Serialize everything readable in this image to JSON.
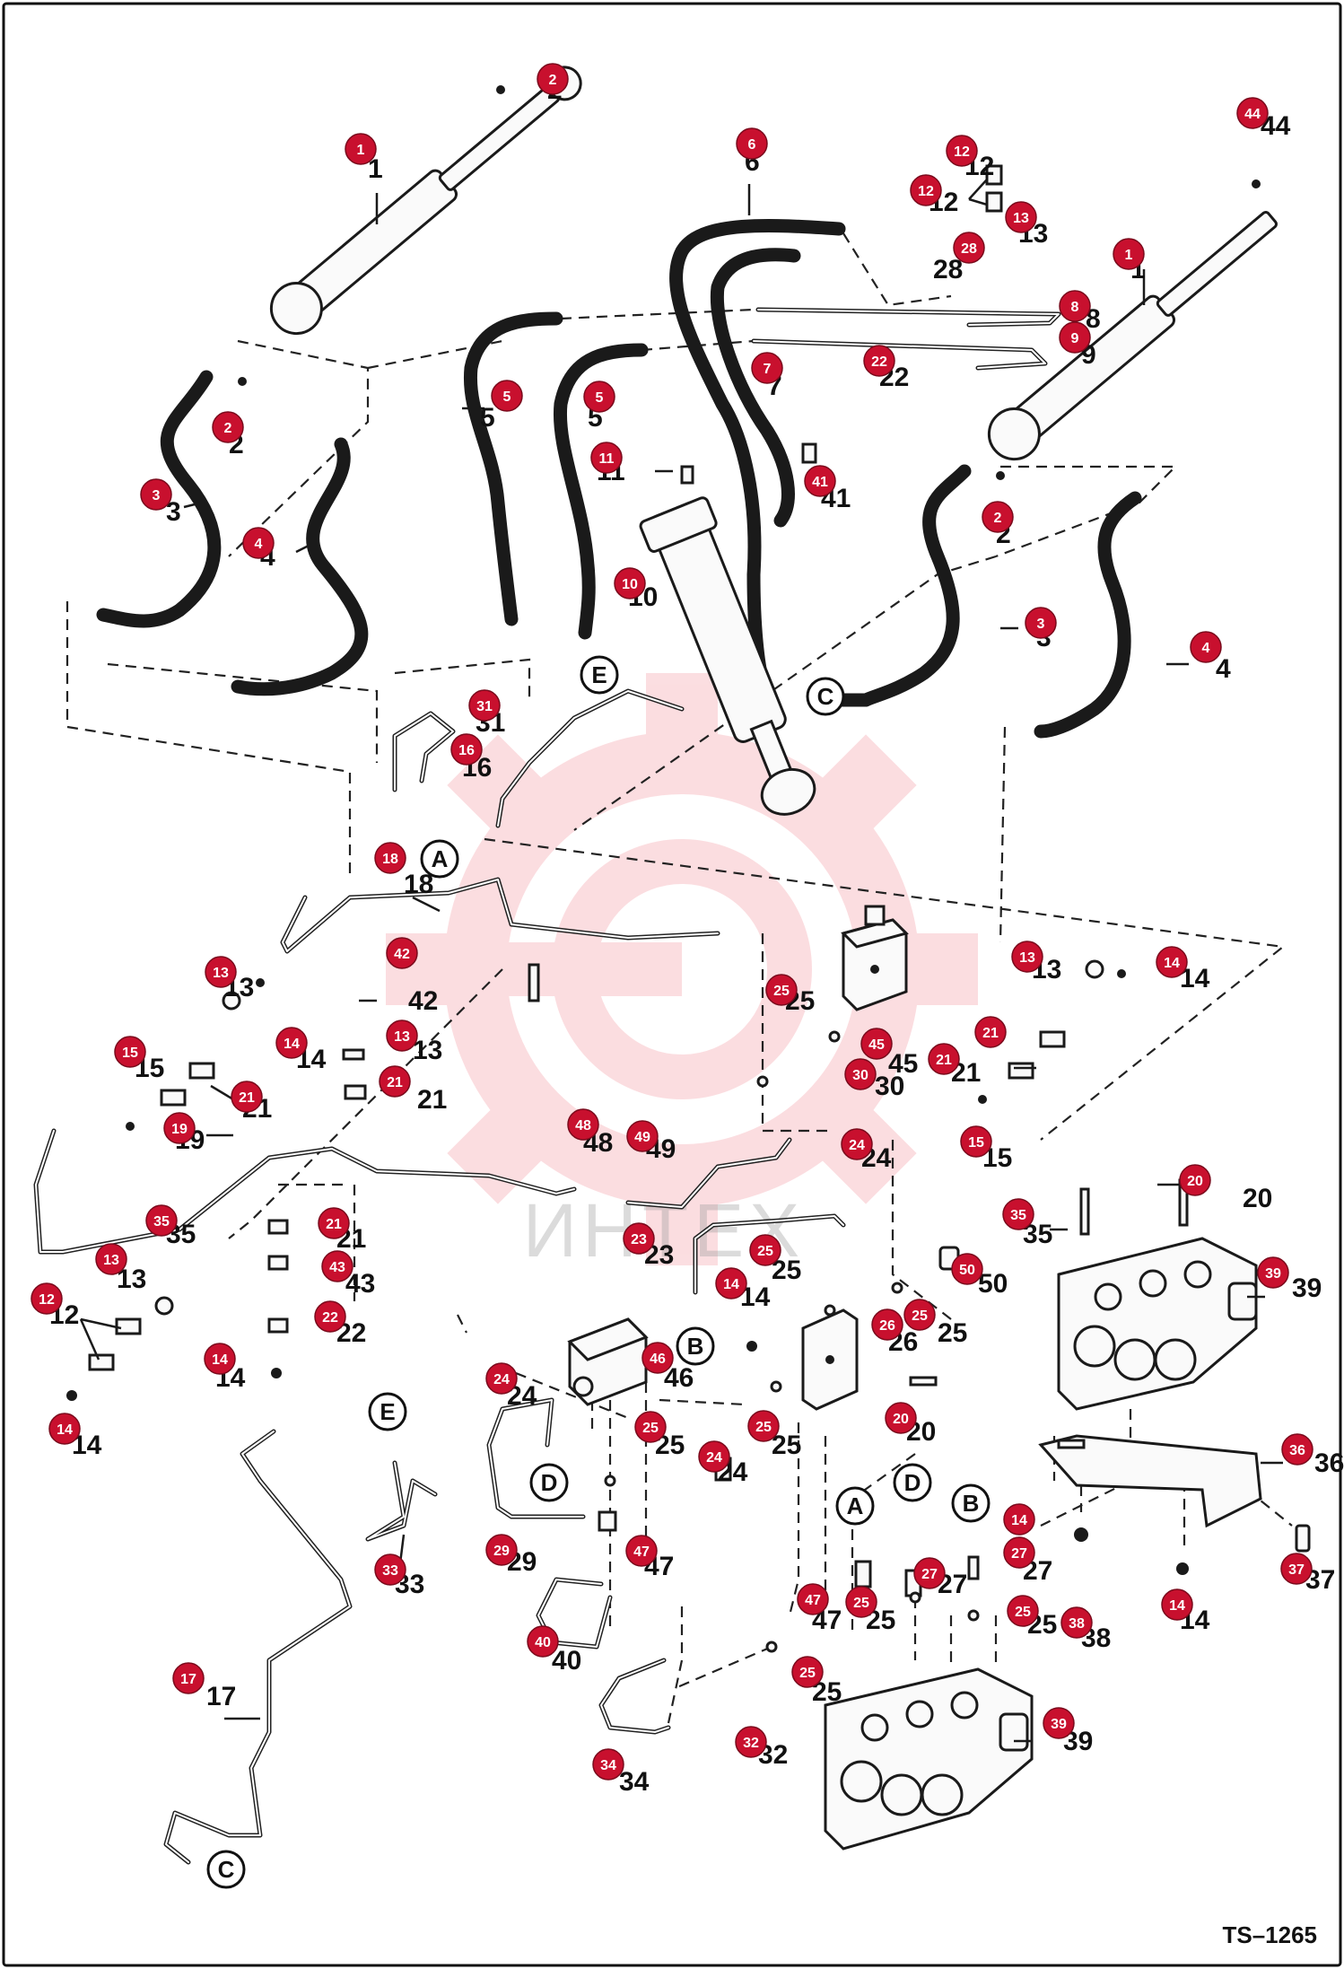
{
  "diagram_code": "TS–1265",
  "watermark_text": "ИНТЕХ",
  "accent_color": "#c8102e",
  "reference_letters": [
    "A",
    "B",
    "C",
    "D",
    "E"
  ],
  "callouts": [
    {
      "id": "c1a",
      "n": "1"
    },
    {
      "id": "c2a",
      "n": "2"
    },
    {
      "id": "c2b",
      "n": "2"
    },
    {
      "id": "c3a",
      "n": "3"
    },
    {
      "id": "c4a",
      "n": "4"
    },
    {
      "id": "c5a",
      "n": "5"
    },
    {
      "id": "c5b",
      "n": "5"
    },
    {
      "id": "c6",
      "n": "6"
    },
    {
      "id": "c7",
      "n": "7"
    },
    {
      "id": "c8",
      "n": "8"
    },
    {
      "id": "c9",
      "n": "9"
    },
    {
      "id": "c10",
      "n": "10"
    },
    {
      "id": "c11",
      "n": "11"
    },
    {
      "id": "c12a",
      "n": "12"
    },
    {
      "id": "c12b",
      "n": "12"
    },
    {
      "id": "c13a",
      "n": "13"
    },
    {
      "id": "c28",
      "n": "28"
    },
    {
      "id": "c44",
      "n": "44"
    },
    {
      "id": "c1b",
      "n": "1"
    },
    {
      "id": "c22a",
      "n": "22"
    },
    {
      "id": "c41",
      "n": "41"
    },
    {
      "id": "c2c",
      "n": "2"
    },
    {
      "id": "c3b",
      "n": "3"
    },
    {
      "id": "c4b",
      "n": "4"
    },
    {
      "id": "c31",
      "n": "31"
    },
    {
      "id": "c16",
      "n": "16"
    },
    {
      "id": "c18",
      "n": "18"
    },
    {
      "id": "c13b",
      "n": "13"
    },
    {
      "id": "c14a",
      "n": "14"
    },
    {
      "id": "c15a",
      "n": "15"
    },
    {
      "id": "c21a",
      "n": "21"
    },
    {
      "id": "c19",
      "n": "19"
    },
    {
      "id": "c42",
      "n": "42"
    },
    {
      "id": "c13c",
      "n": "13"
    },
    {
      "id": "c21b",
      "n": "21"
    },
    {
      "id": "c25a",
      "n": "25"
    },
    {
      "id": "c45",
      "n": "45"
    },
    {
      "id": "c30",
      "n": "30"
    },
    {
      "id": "c13d",
      "n": "13"
    },
    {
      "id": "c14b",
      "n": "14"
    },
    {
      "id": "c21c",
      "n": "21"
    },
    {
      "id": "c21d",
      "n": "21"
    },
    {
      "id": "c15b",
      "n": "15"
    },
    {
      "id": "c48",
      "n": "48"
    },
    {
      "id": "c49",
      "n": "49"
    },
    {
      "id": "c24a",
      "n": "24"
    },
    {
      "id": "c20a",
      "n": "20"
    },
    {
      "id": "c35a",
      "n": "35"
    },
    {
      "id": "c21e",
      "n": "21"
    },
    {
      "id": "c43",
      "n": "43"
    },
    {
      "id": "c22b",
      "n": "22"
    },
    {
      "id": "c13e",
      "n": "13"
    },
    {
      "id": "c35b",
      "n": "35"
    },
    {
      "id": "c12c",
      "n": "12"
    },
    {
      "id": "c14c",
      "n": "14"
    },
    {
      "id": "c14d",
      "n": "14"
    },
    {
      "id": "c23",
      "n": "23"
    },
    {
      "id": "c25b",
      "n": "25"
    },
    {
      "id": "c14e",
      "n": "14"
    },
    {
      "id": "c50",
      "n": "50"
    },
    {
      "id": "c39a",
      "n": "39"
    },
    {
      "id": "c25c",
      "n": "25"
    },
    {
      "id": "c26",
      "n": "26"
    },
    {
      "id": "c25d",
      "n": "25"
    },
    {
      "id": "c46",
      "n": "46"
    },
    {
      "id": "c24b",
      "n": "24"
    },
    {
      "id": "c20b",
      "n": "20"
    },
    {
      "id": "c25e",
      "n": "25"
    },
    {
      "id": "c25f",
      "n": "25"
    },
    {
      "id": "c24c",
      "n": "24"
    },
    {
      "id": "c36",
      "n": "36"
    },
    {
      "id": "c14f",
      "n": "14"
    },
    {
      "id": "c27a",
      "n": "27"
    },
    {
      "id": "c37",
      "n": "37"
    },
    {
      "id": "c29",
      "n": "29"
    },
    {
      "id": "c47a",
      "n": "47"
    },
    {
      "id": "c33",
      "n": "33"
    },
    {
      "id": "c27b",
      "n": "27"
    },
    {
      "id": "c47b",
      "n": "47"
    },
    {
      "id": "c25g",
      "n": "25"
    },
    {
      "id": "c25h",
      "n": "25"
    },
    {
      "id": "c38",
      "n": "38"
    },
    {
      "id": "c14g",
      "n": "14"
    },
    {
      "id": "c40",
      "n": "40"
    },
    {
      "id": "c17",
      "n": "17"
    },
    {
      "id": "c25i",
      "n": "25"
    },
    {
      "id": "c39b",
      "n": "39"
    },
    {
      "id": "c32",
      "n": "32"
    },
    {
      "id": "c34",
      "n": "34"
    }
  ],
  "part_numbers": [
    {
      "id": "p1a",
      "n": "1"
    },
    {
      "id": "p2a",
      "n": "2"
    },
    {
      "id": "p2b",
      "n": "2"
    },
    {
      "id": "p3a",
      "n": "3"
    },
    {
      "id": "p4a",
      "n": "4"
    },
    {
      "id": "p5a",
      "n": "5"
    },
    {
      "id": "p5b",
      "n": "5"
    },
    {
      "id": "p6",
      "n": "6"
    },
    {
      "id": "p7",
      "n": "7"
    },
    {
      "id": "p8",
      "n": "8"
    },
    {
      "id": "p9",
      "n": "9"
    },
    {
      "id": "p10",
      "n": "10"
    },
    {
      "id": "p11",
      "n": "11"
    },
    {
      "id": "p12a",
      "n": "12"
    },
    {
      "id": "p12b",
      "n": "12"
    },
    {
      "id": "p13a",
      "n": "13"
    },
    {
      "id": "p28",
      "n": "28"
    },
    {
      "id": "p44",
      "n": "44"
    },
    {
      "id": "p1b",
      "n": "1"
    },
    {
      "id": "p22a",
      "n": "22"
    },
    {
      "id": "p41",
      "n": "41"
    },
    {
      "id": "p2c",
      "n": "2"
    },
    {
      "id": "p3b",
      "n": "3"
    },
    {
      "id": "p4b",
      "n": "4"
    },
    {
      "id": "p31",
      "n": "31"
    },
    {
      "id": "p16",
      "n": "16"
    },
    {
      "id": "p18",
      "n": "18"
    },
    {
      "id": "p13b",
      "n": "13"
    },
    {
      "id": "p14a",
      "n": "14"
    },
    {
      "id": "p15a",
      "n": "15"
    },
    {
      "id": "p21a",
      "n": "21"
    },
    {
      "id": "p19",
      "n": "19"
    },
    {
      "id": "p42",
      "n": "42"
    },
    {
      "id": "p13c",
      "n": "13"
    },
    {
      "id": "p21b",
      "n": "21"
    },
    {
      "id": "p25a",
      "n": "25"
    },
    {
      "id": "p45",
      "n": "45"
    },
    {
      "id": "p30",
      "n": "30"
    },
    {
      "id": "p13d",
      "n": "13"
    },
    {
      "id": "p14b",
      "n": "14"
    },
    {
      "id": "p21d",
      "n": "21"
    },
    {
      "id": "p15b",
      "n": "15"
    },
    {
      "id": "p48",
      "n": "48"
    },
    {
      "id": "p49",
      "n": "49"
    },
    {
      "id": "p24a",
      "n": "24"
    },
    {
      "id": "p20a",
      "n": "20"
    },
    {
      "id": "p35a",
      "n": "35"
    },
    {
      "id": "p21e",
      "n": "21"
    },
    {
      "id": "p43",
      "n": "43"
    },
    {
      "id": "p22b",
      "n": "22"
    },
    {
      "id": "p13e",
      "n": "13"
    },
    {
      "id": "p35b",
      "n": "35"
    },
    {
      "id": "p12c",
      "n": "12"
    },
    {
      "id": "p14c",
      "n": "14"
    },
    {
      "id": "p14d",
      "n": "14"
    },
    {
      "id": "p23",
      "n": "23"
    },
    {
      "id": "p25b",
      "n": "25"
    },
    {
      "id": "p14e",
      "n": "14"
    },
    {
      "id": "p50",
      "n": "50"
    },
    {
      "id": "p39a",
      "n": "39"
    },
    {
      "id": "p26",
      "n": "26"
    },
    {
      "id": "p25d",
      "n": "25"
    },
    {
      "id": "p46",
      "n": "46"
    },
    {
      "id": "p24b",
      "n": "24"
    },
    {
      "id": "p20b",
      "n": "20"
    },
    {
      "id": "p25e",
      "n": "25"
    },
    {
      "id": "p25f",
      "n": "25"
    },
    {
      "id": "p24c",
      "n": "24"
    },
    {
      "id": "p36",
      "n": "36"
    },
    {
      "id": "p27a",
      "n": "27"
    },
    {
      "id": "p37",
      "n": "37"
    },
    {
      "id": "p29",
      "n": "29"
    },
    {
      "id": "p47a",
      "n": "47"
    },
    {
      "id": "p33",
      "n": "33"
    },
    {
      "id": "p27b",
      "n": "27"
    },
    {
      "id": "p47b",
      "n": "47"
    },
    {
      "id": "p25g",
      "n": "25"
    },
    {
      "id": "p25h",
      "n": "25"
    },
    {
      "id": "p38",
      "n": "38"
    },
    {
      "id": "p14g",
      "n": "14"
    },
    {
      "id": "p40",
      "n": "40"
    },
    {
      "id": "p17",
      "n": "17"
    },
    {
      "id": "p25i",
      "n": "25"
    },
    {
      "id": "p39b",
      "n": "39"
    },
    {
      "id": "p32",
      "n": "32"
    },
    {
      "id": "p34",
      "n": "34"
    }
  ]
}
